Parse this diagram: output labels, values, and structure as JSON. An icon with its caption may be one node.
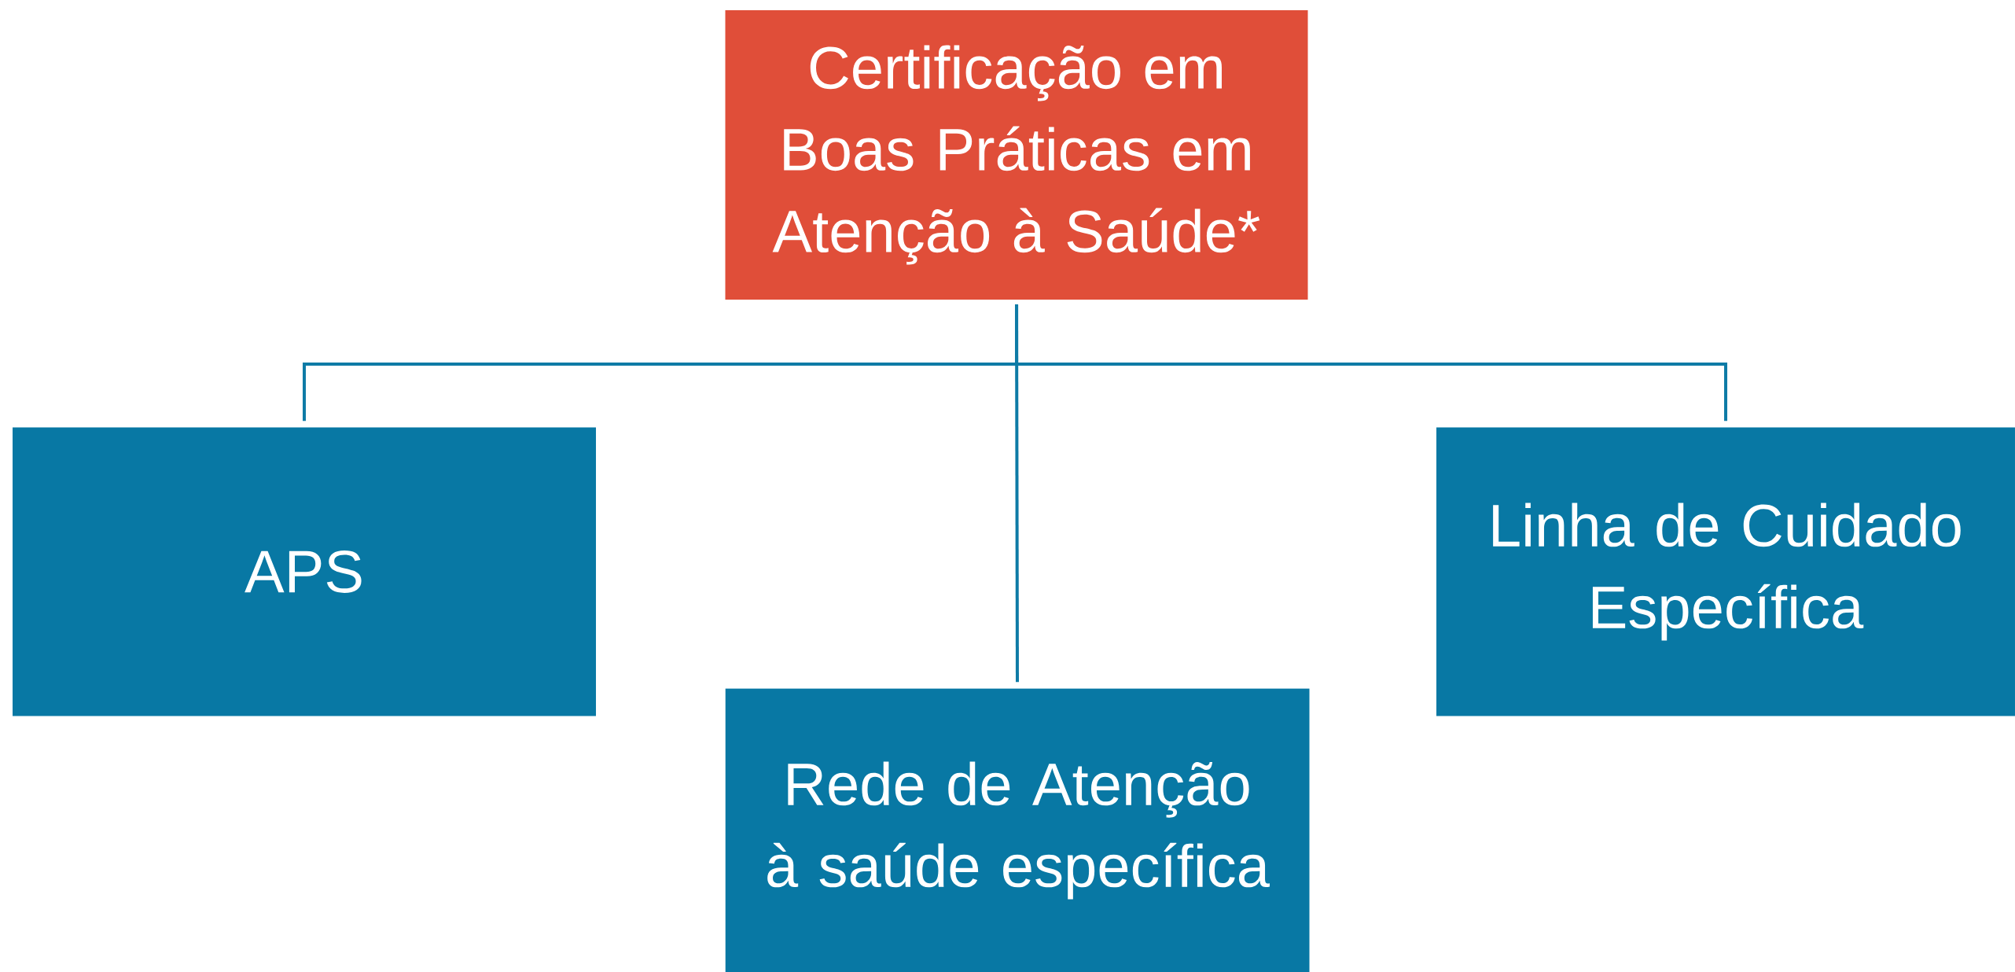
{
  "diagram": {
    "nodes": [
      {
        "text": [
          "Certificação em Boas Práticas em Atenção à Saúde*"
        ]
      },
      {
        "text": [
          "APS"
        ]
      },
      {
        "text": [
          "Rede de Atenção à saúde específica"
        ]
      },
      {
        "text": [
          "Linha de Cuidado Específica"
        ]
      }
    ],
    "edges": [
      {
        "from": 0,
        "to": 1,
        "arrow": "none"
      },
      {
        "from": 0,
        "to": 2,
        "arrow": "none"
      },
      {
        "from": 0,
        "to": 3,
        "arrow": "none"
      }
    ]
  }
}
